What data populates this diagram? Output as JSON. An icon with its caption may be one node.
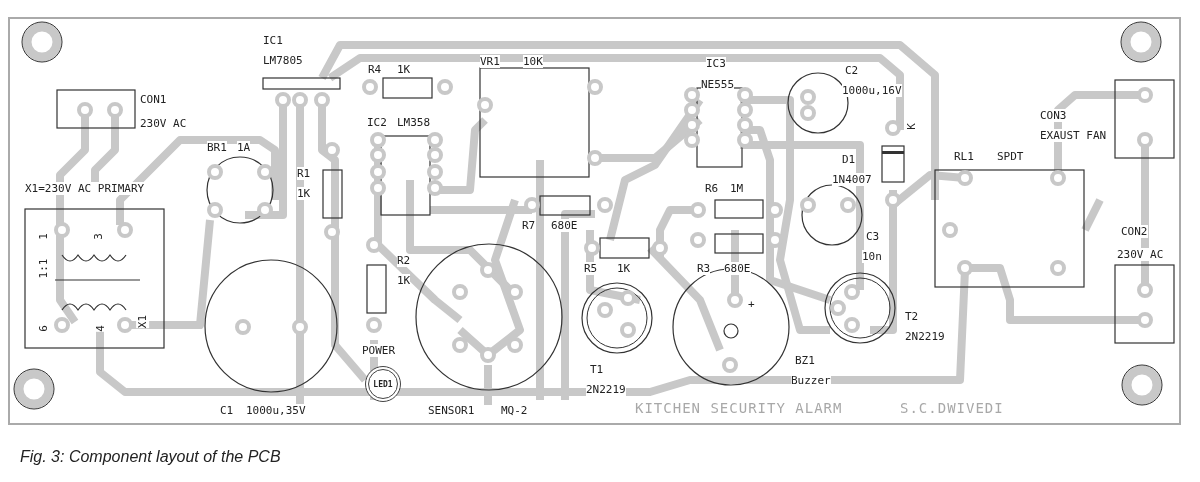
{
  "diagram": {
    "caption": "Fig. 3: Component layout of the PCB",
    "nodes": [
      {
        "text": [
          "LED1"
        ],
        "beside": [
          "POWER"
        ]
      }
    ],
    "labels": [
      "IC1",
      "LM7805",
      "CON1",
      "230V AC",
      "R4",
      "1K",
      "VR1",
      "10K",
      "IC3",
      "NE555",
      "C2",
      "1000u,16V",
      "CON3",
      "EXAUST FAN",
      "BR1",
      "1A",
      "IC2",
      "LM358",
      "K",
      "X1=230V AC PRIMARY",
      "R1",
      "1K",
      "D1",
      "1N4007",
      "RL1",
      "SPDT",
      "R7",
      "680E",
      "R6",
      "1M",
      "1",
      "3",
      "CON2",
      "230V AC",
      "1:1",
      "R2",
      "1K",
      "R5",
      "1K",
      "R3",
      "680E",
      "C3",
      "10n",
      "6",
      "4",
      "X1",
      "+",
      "T2",
      "2N2219",
      "T1",
      "2N2219",
      "BZ1",
      "Buzzer",
      "C1",
      "1000u,35V",
      "SENSOR1",
      "MQ-2",
      "KITCHEN SECURITY ALARM",
      "S.C.DWIVEDI"
    ]
  }
}
